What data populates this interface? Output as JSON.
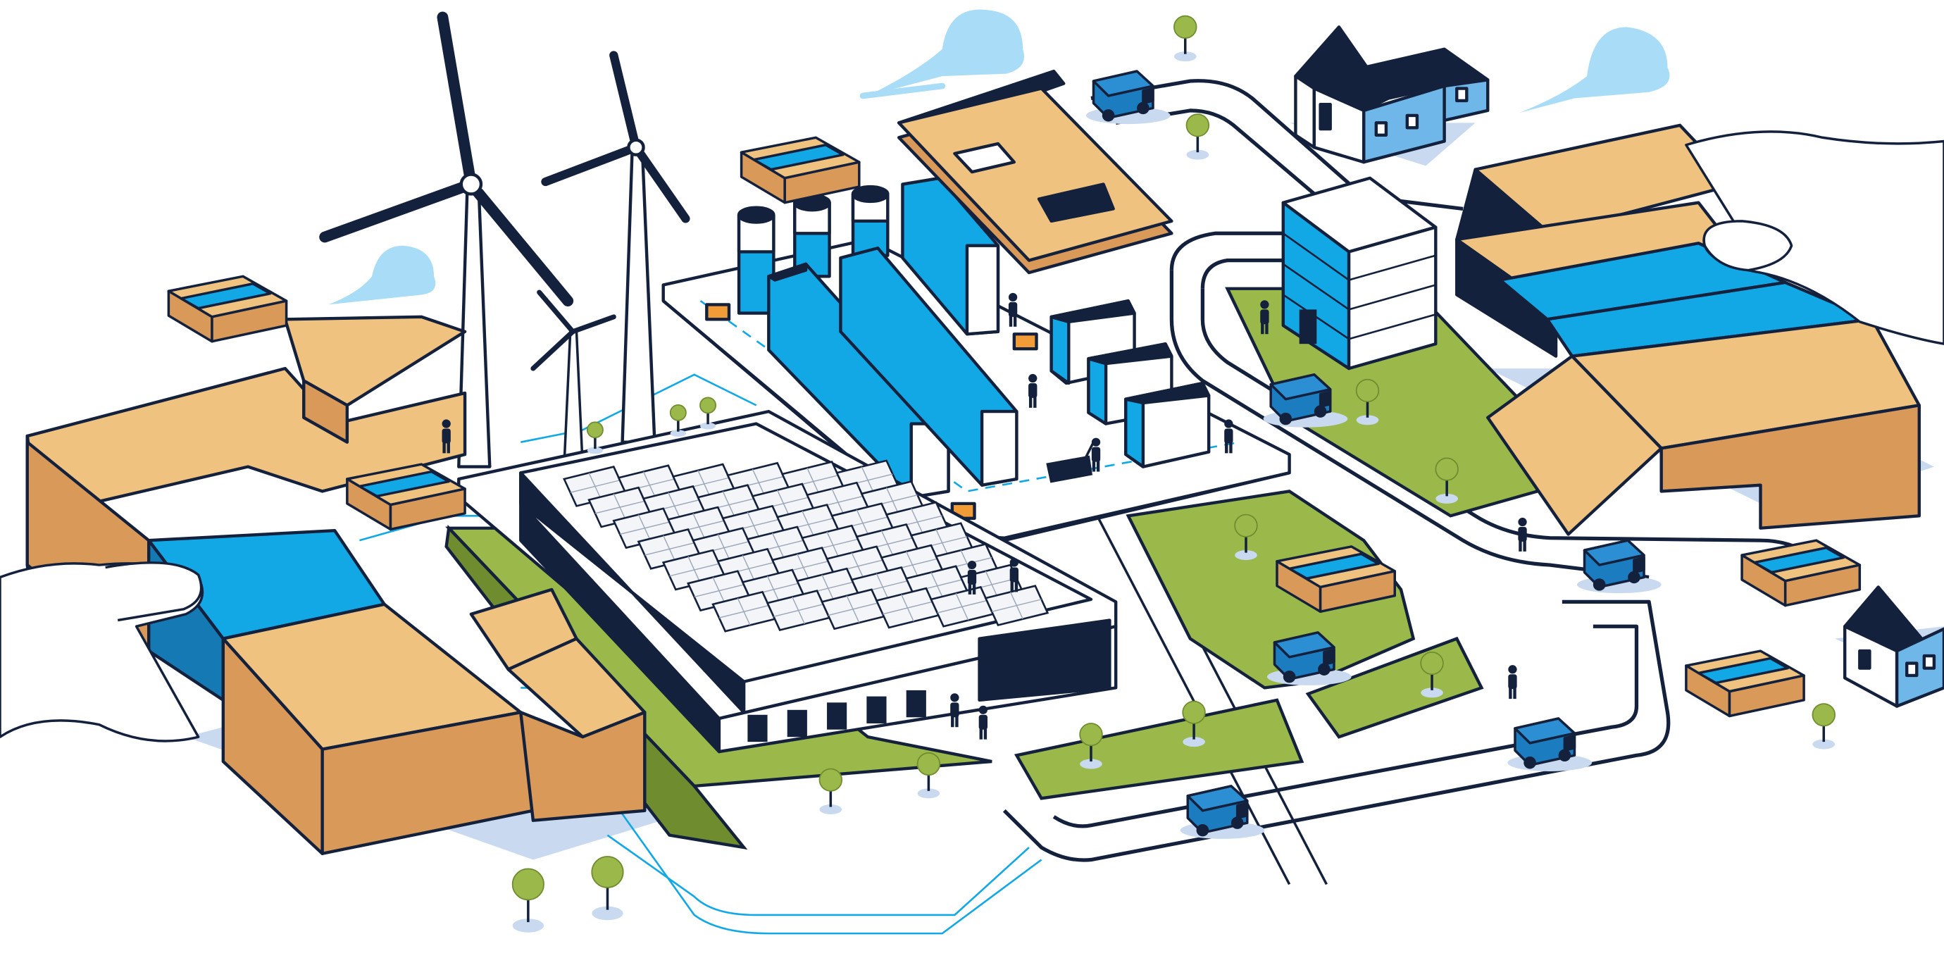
{
  "illustration": {
    "kind": "isometric logistics campus",
    "elements": [
      "wind-turbines",
      "warehouse",
      "solar-panels",
      "data-center",
      "delivery-vans",
      "houses",
      "cardboard-boxes",
      "hands",
      "trees",
      "clouds"
    ]
  },
  "palette": {
    "ink": "#14213d",
    "cardboard": "#efc27f",
    "cardboard_dark": "#d99a59",
    "blue": "#12a8e6",
    "grass": "#9bb84a",
    "shadow": "#c9daf0",
    "cloud": "#a9ddf7",
    "van": "#1c7cc0"
  }
}
